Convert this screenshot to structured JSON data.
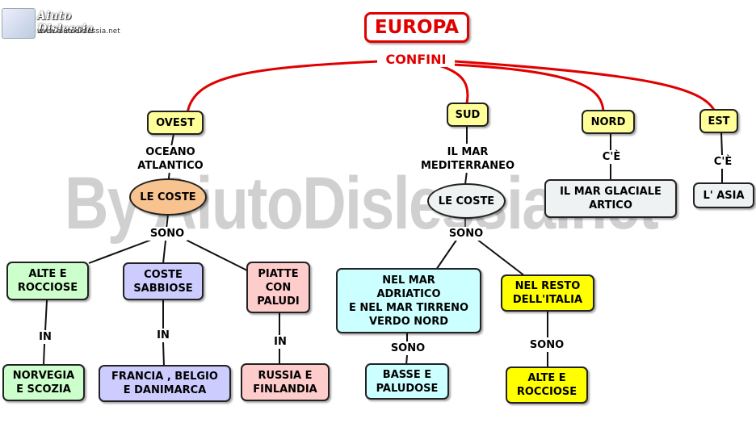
{
  "logo": {
    "title": "Aiuto Dislessia",
    "url": "www.aiutodislessia.net"
  },
  "watermark": "By AiutoDislessia.net",
  "title": "EUROPA",
  "confini": "CONFINI",
  "nodes": {
    "ovest": "OVEST",
    "sud": "SUD",
    "nord": "NORD",
    "est": "EST",
    "le_coste_ovest": "LE COSTE",
    "le_coste_sud": "LE COSTE",
    "alte_rocciose": "ALTE E\nROCCIOSE",
    "coste_sabbiose": "COSTE\nSABBIOSE",
    "piatte_paludi": "PIATTE\nCON\nPALUDI",
    "norvegia_scozia": "NORVEGIA\nE SCOZIA",
    "francia_belgio": "FRANCIA , BELGIO\nE DANIMARCA",
    "russia_finlandia": "RUSSIA E\nFINLANDIA",
    "nel_mar_adriatico": "NEL MAR\nADRIATICO\nE NEL MAR TIRRENO\nVERDO NORD",
    "nel_resto_italia": "NEL RESTO\nDELL'ITALIA",
    "basse_paludose": "BASSE E\nPALUDOSE",
    "alte_rocciose_sud": "ALTE E\nROCCIOSE",
    "mar_glaciale": "IL MAR GLACIALE\nARTICO",
    "asia": "L' ASIA"
  },
  "labels": {
    "oceano_atlantico": "OCEANO\nATLANTICO",
    "il_mar_mediterraneo": "IL MAR\nMEDITERRANEO",
    "ce_nord": "C'È",
    "ce_est": "C'È",
    "sono_ovest": "SONO",
    "sono_sud": "SONO",
    "in_1": "IN",
    "in_2": "IN",
    "in_3": "IN",
    "sono_adriatico": "SONO",
    "sono_resto": "SONO"
  },
  "colors": {
    "red": "#e00000",
    "yellow_light": "#ffff99",
    "orange": "#f9c38f",
    "green_light": "#ccffcc",
    "blue_lavender": "#ccccff",
    "pink": "#ffcccc",
    "cyan_light": "#ccffff",
    "yellow": "#ffff00",
    "grey_light": "#eef2f2"
  }
}
